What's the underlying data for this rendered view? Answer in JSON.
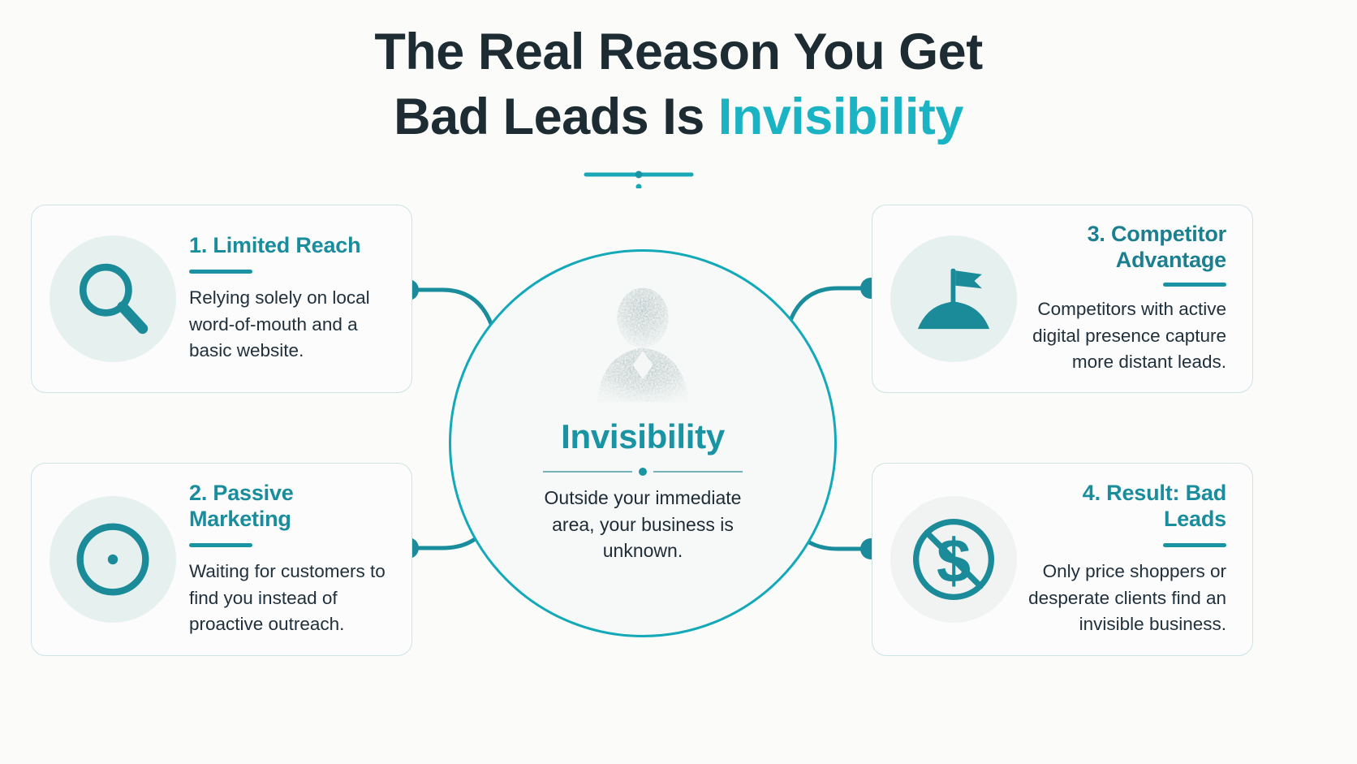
{
  "title": {
    "line1": "The Real Reason You Get",
    "line2_plain": "Bad Leads Is ",
    "line2_accent": "Invisibility"
  },
  "hub": {
    "title": "Invisibility",
    "body": "Outside your immediate area, your business is unknown.",
    "avatar_icon": "faded-person-icon"
  },
  "cards": [
    {
      "id": "card-1",
      "number": "1",
      "heading": "1. Limited Reach",
      "body": "Relying solely on local word-of-mouth and a basic website.",
      "icon": "magnifying-glass-icon"
    },
    {
      "id": "card-2",
      "number": "2",
      "heading": "2. Passive Marketing",
      "body": "Waiting for customers to find you instead of proactive outreach.",
      "icon": "target-circle-icon"
    },
    {
      "id": "card-3",
      "number": "3",
      "heading": "3. Competitor Advantage",
      "body": "Competitors with active digital presence capture more distant leads.",
      "icon": "flag-on-hill-icon"
    },
    {
      "id": "card-4",
      "number": "4",
      "heading": "4. Result: Bad Leads",
      "body": "Only price shoppers or desperate clients find an invisible business.",
      "icon": "no-money-icon"
    }
  ],
  "colors": {
    "background": "#fbfbfa",
    "title_dark": "#1d2b33",
    "accent_bright": "#1ab3c4",
    "accent_teal": "#1a8d9c",
    "icon_teal": "#1b8a99",
    "card_border": "#cfe3e4",
    "icon_badge_bg": "#e6f1ef",
    "body_text": "#20303d",
    "connector": "#1a8d9c",
    "hub_ring": "#13a9b8"
  }
}
